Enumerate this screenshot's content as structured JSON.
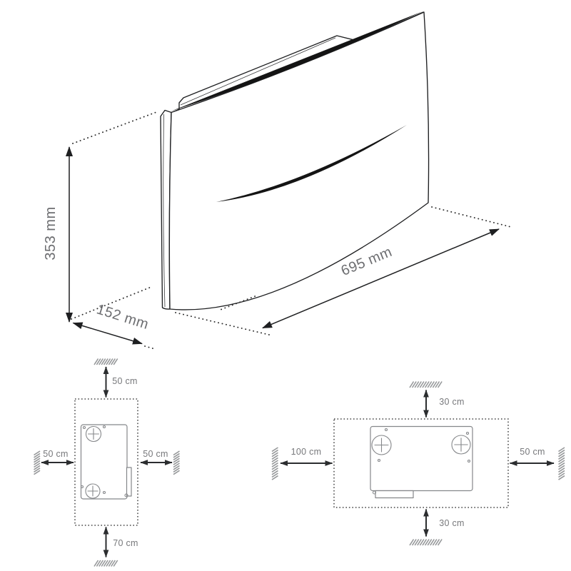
{
  "product_view": {
    "height_label": "353 mm",
    "depth_label": "152 mm",
    "width_label": "695 mm"
  },
  "clearance_portrait": {
    "top_label": "50 cm",
    "left_label": "50 cm",
    "right_label": "50 cm",
    "bottom_label": "70 cm"
  },
  "clearance_landscape": {
    "top_label": "30 cm",
    "left_label": "100 cm",
    "right_label": "50 cm",
    "bottom_label": "30 cm"
  },
  "colors": {
    "line": "#1e1f21",
    "dimension_label": "#6d6e71",
    "clearance_label": "#77787b",
    "device_outline": "#85878a",
    "wall_hatch": "#96989a",
    "background": "#ffffff"
  },
  "icons": {
    "mounting_keyhole": "circle-with-cross",
    "wall_hatch": "diagonal-hatch-marks",
    "dimension_arrow": "double-headed-arrow"
  }
}
